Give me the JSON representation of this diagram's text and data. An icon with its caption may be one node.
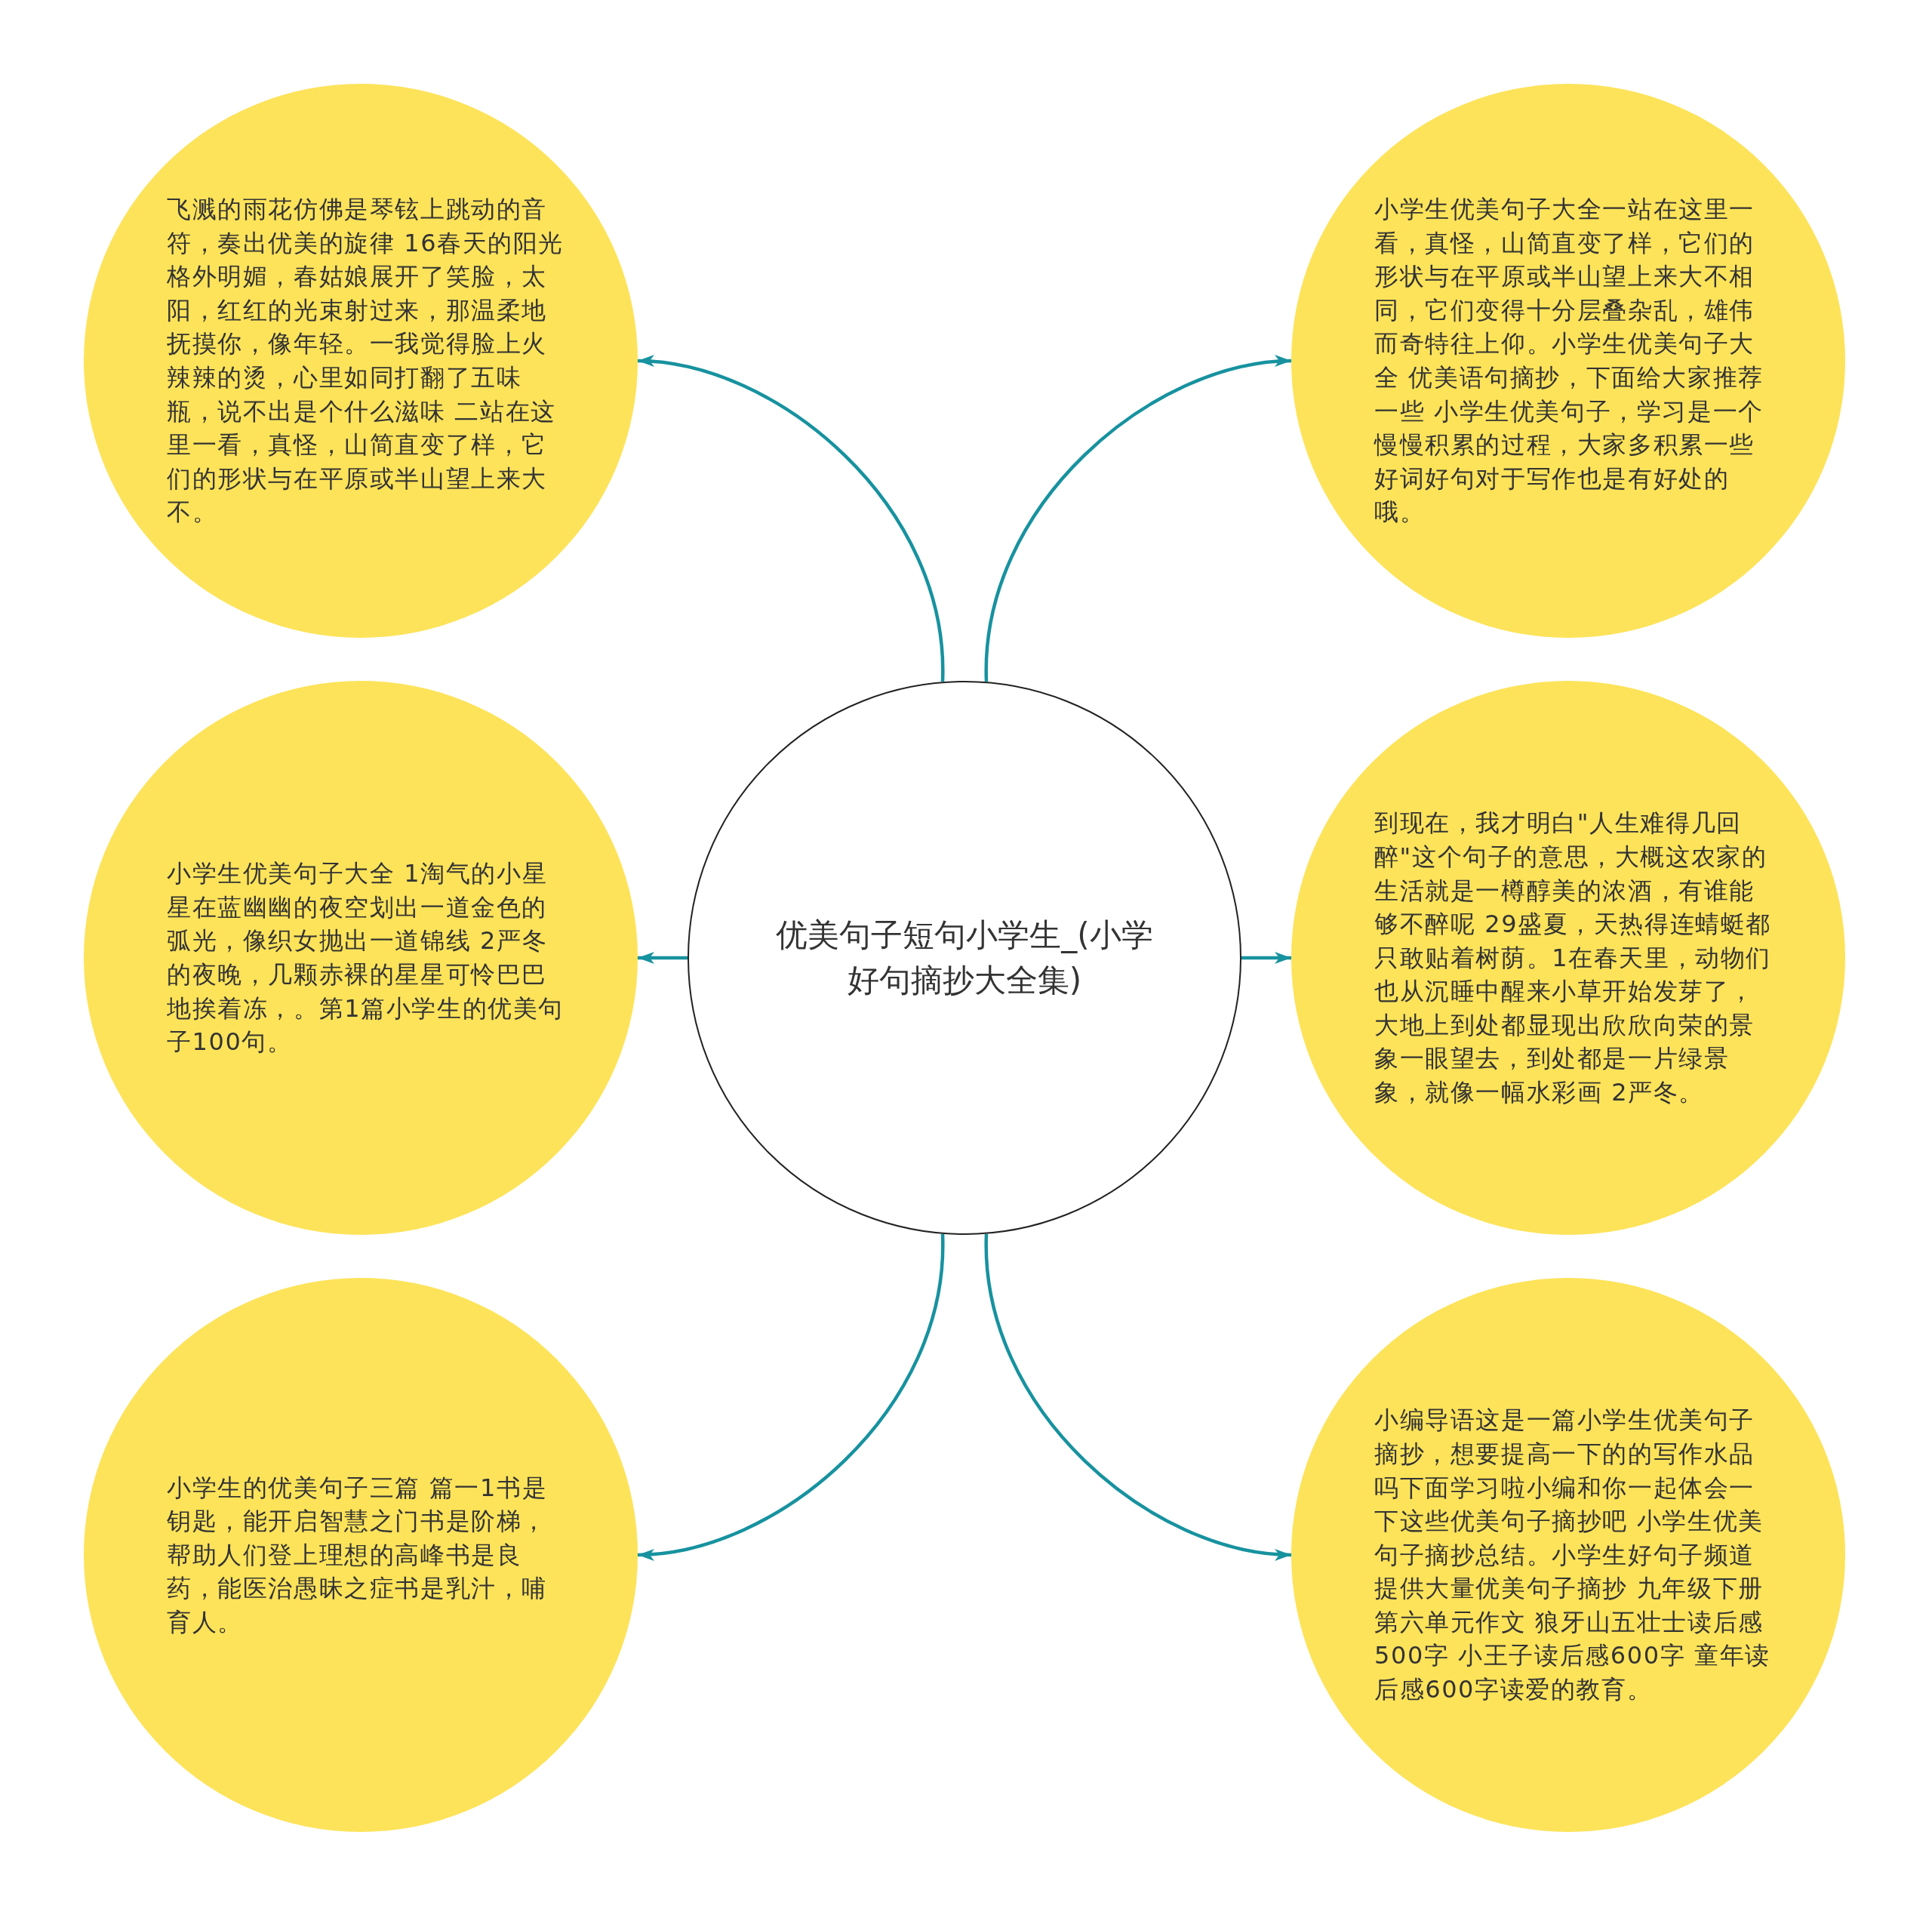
{
  "diagram": {
    "nodes": [
      {
        "text": [
          "优美句子短句小学生_(小学好句摘抄大全集)"
        ]
      },
      {
        "text": [
          "飞溅的雨花仿佛是琴铉上跳动的音符，奏出优美的旋律 16春天的阳光格外明媚，春姑娘展开了笑脸，太阳，红红的光束射过来，那温柔地抚摸你，像年轻。一我觉得脸上火辣辣的烫，心里如同打翻了五味瓶，说不出是个什么滋味 二站在这里一看，真怪，山简直变了样，它们的形状与在平原或半山望上来大不。"
        ]
      },
      {
        "text": [
          "小学生优美句子大全一站在这里一看，真怪，山简直变了样，它们的形状与在平原或半山望上来大不相同，它们变得十分层叠杂乱，雄伟而奇特往上仰。小学生优美句子大全 优美语句摘抄，下面给大家推荐一些 小学生优美句子，学习是一个慢慢积累的过程，大家多积累一些好词好句对于写作也是有好处的哦。"
        ]
      },
      {
        "text": [
          "小学生优美句子大全 1淘气的小星星在蓝幽幽的夜空划出一道金色的弧光，像织女抛出一道锦线 2严冬的夜晚，几颗赤裸的星星可怜巴巴地挨着冻，。第1篇小学生的优美句子100句。"
        ]
      },
      {
        "text": [
          "到现在，我才明白\"人生难得几回醉\"这个句子的意思，大概这农家的生活就是一樽醇美的浓酒，有谁能够不醉呢 29盛夏，天热得连蜻蜓都只敢贴着树荫。1在春天里，动物们也从沉睡中醒来小草开始发芽了，大地上到处都显现出欣欣向荣的景象一眼望去，到处都是一片绿景象，就像一幅水彩画 2严冬。"
        ]
      },
      {
        "text": [
          "小学生的优美句子三篇 篇一1书是钥匙，能开启智慧之门书是阶梯，帮助人们登上理想的高峰书是良药，能医治愚昧之症书是乳汁，哺育人。"
        ]
      },
      {
        "text": [
          "小编导语这是一篇小学生优美句子摘抄，想要提高一下的的写作水品吗下面学习啦小编和你一起体会一下这些优美句子摘抄吧 小学生优美句子摘抄总结。小学生好句子频道提供大量优美句子摘抄 九年级下册第六单元作文 狼牙山五壮士读后感500字 小王子读后感600字 童年读后感600字读爱的教育。"
        ]
      }
    ],
    "edges": [
      {
        "from": 0,
        "to": 1,
        "arrow": "to"
      },
      {
        "from": 0,
        "to": 2,
        "arrow": "to"
      },
      {
        "from": 0,
        "to": 3,
        "arrow": "to"
      },
      {
        "from": 0,
        "to": 4,
        "arrow": "to"
      },
      {
        "from": 0,
        "to": 5,
        "arrow": "to"
      },
      {
        "from": 0,
        "to": 6,
        "arrow": "to"
      }
    ]
  }
}
